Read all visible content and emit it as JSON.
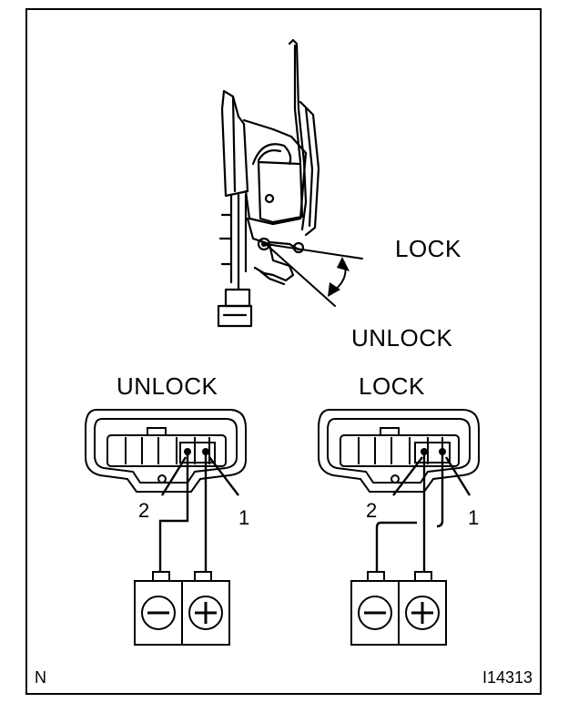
{
  "labels": {
    "lock_arrow": "LOCK",
    "unlock_arrow": "UNLOCK",
    "unlock_panel": "UNLOCK",
    "lock_panel": "LOCK",
    "pin_2_left": "2",
    "pin_1_left": "1",
    "pin_2_right": "2",
    "pin_1_right": "1",
    "corner_letter": "N",
    "figure_id": "I14313"
  },
  "battery_icons": {
    "negative": "minus-icon",
    "positive": "plus-icon"
  }
}
